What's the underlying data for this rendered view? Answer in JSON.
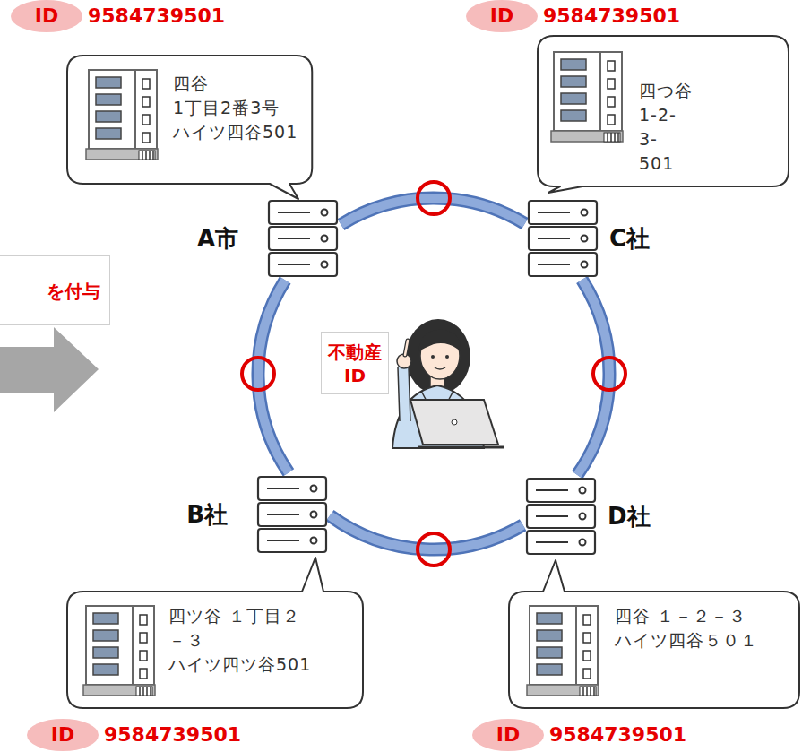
{
  "diagram": {
    "nodes": [
      {
        "text": [
          "ID",
          "9584739501"
        ]
      },
      {
        "text": [
          "ID",
          "9584739501"
        ]
      },
      {
        "text": [
          "四谷 1丁目2番3号 ハイツ四谷501"
        ]
      },
      {
        "text": [
          "四つ谷 1-2-3-501"
        ]
      },
      {
        "text": [
          "を付与"
        ]
      },
      {
        "text": [
          "A市"
        ]
      },
      {
        "text": [
          "C社"
        ]
      },
      {
        "text": [
          "不動産 ID"
        ]
      },
      {
        "text": [
          "B社"
        ]
      },
      {
        "text": [
          "D社"
        ]
      },
      {
        "text": [
          "四ツ谷 １丁目２－３ ハイツ四ツ谷501"
        ]
      },
      {
        "text": [
          "四谷 １－２－３ ハイツ四谷５０１"
        ]
      },
      {
        "text": [
          "ID",
          "9584739501"
        ]
      },
      {
        "text": [
          "ID",
          "9584739501"
        ]
      }
    ],
    "edges": [
      {
        "from": 5,
        "to": 6,
        "arrow": "none"
      },
      {
        "from": 6,
        "to": 9,
        "arrow": "none"
      },
      {
        "from": 9,
        "to": 8,
        "arrow": "none"
      },
      {
        "from": 8,
        "to": 5,
        "arrow": "none"
      }
    ]
  }
}
